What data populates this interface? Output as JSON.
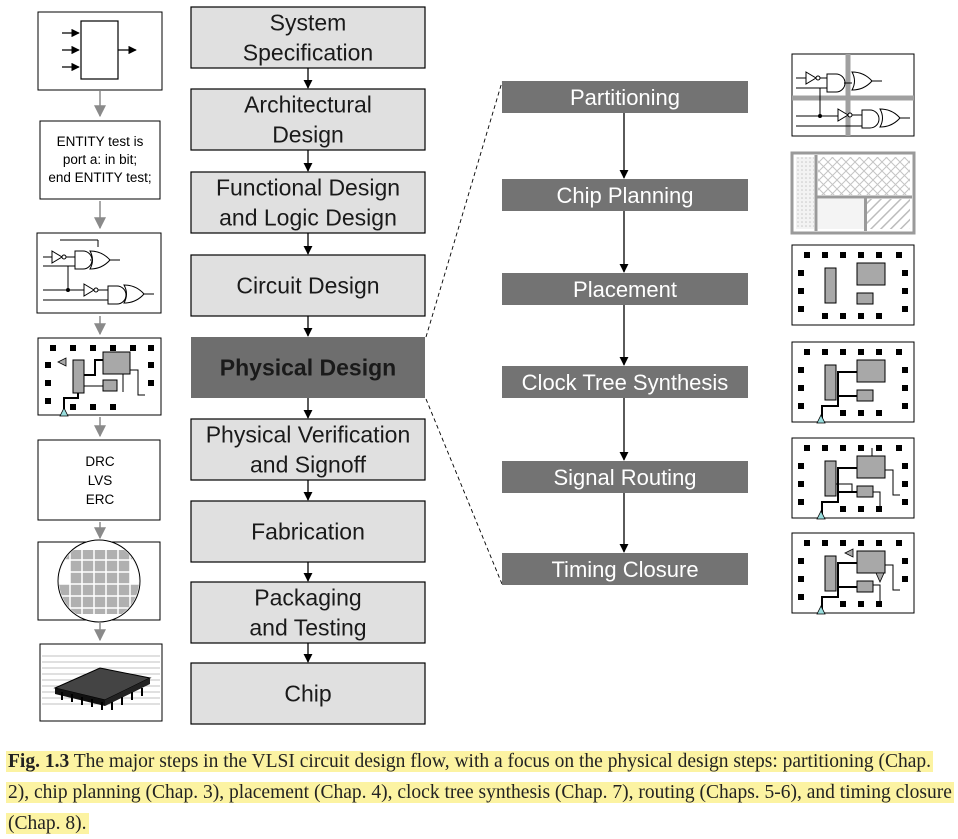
{
  "main_flow": [
    {
      "lines": [
        "System",
        "Specification"
      ]
    },
    {
      "lines": [
        "Architectural",
        "Design"
      ]
    },
    {
      "lines": [
        "Functional Design",
        "and Logic Design"
      ]
    },
    {
      "lines": [
        "Circuit Design"
      ]
    },
    {
      "lines": [
        "Physical Design"
      ],
      "highlight": true
    },
    {
      "lines": [
        "Physical Verification",
        "and Signoff"
      ]
    },
    {
      "lines": [
        "Fabrication"
      ]
    },
    {
      "lines": [
        "Packaging",
        "and Testing"
      ]
    },
    {
      "lines": [
        "Chip"
      ]
    }
  ],
  "physical_steps": [
    "Partitioning",
    "Chip Planning",
    "Placement",
    "Clock Tree Synthesis",
    "Signal Routing",
    "Timing Closure"
  ],
  "left_icons": {
    "hdl_code": [
      "ENTITY test is",
      "port a: in bit;",
      "end ENTITY test;"
    ],
    "verification_checks": [
      "DRC",
      "LVS",
      "ERC"
    ]
  },
  "caption": {
    "label": "Fig. 1.3",
    "text": " The major steps in the VLSI circuit design flow, with a focus on the physical design steps: partitioning (Chap. 2), chip planning (Chap. 3), placement (Chap. 4), clock tree synthesis (Chap. 7), routing (Chaps. 5-6), and timing closure (Chap. 8)."
  },
  "colors": {
    "main_box_fill": "#e0e0e0",
    "highlight_fill": "#6e6e6e",
    "step_fill": "#737373",
    "caption_highlight": "#fcf3a2"
  }
}
